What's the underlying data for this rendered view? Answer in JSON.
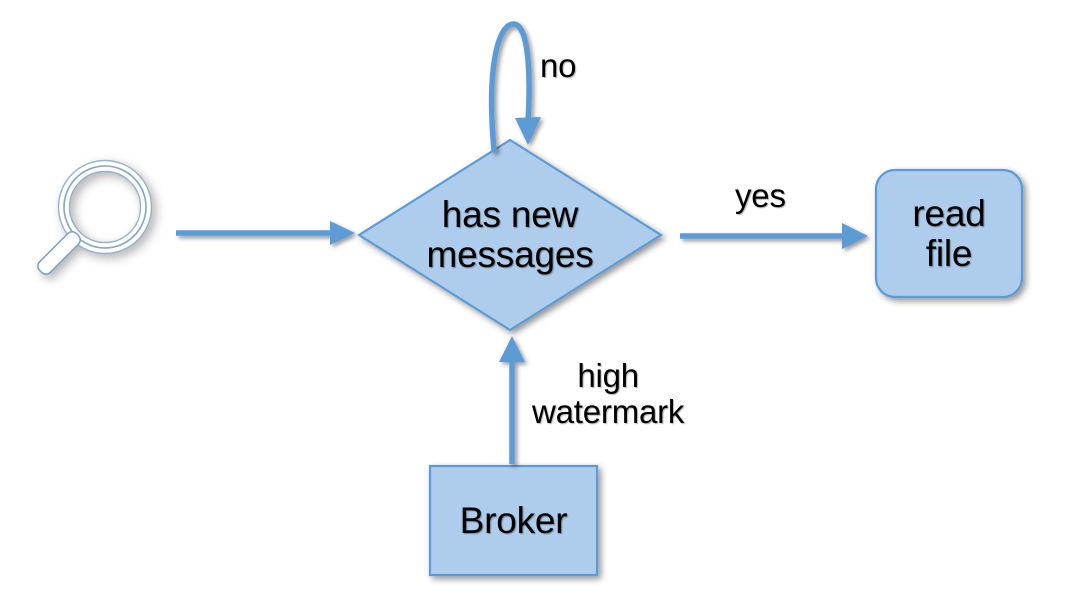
{
  "diagram": {
    "type": "flowchart",
    "background_color": "#ffffff",
    "palette": {
      "node_fill": "#aecceb",
      "node_stroke": "#5b9bd5",
      "arrow_color": "#5b9bd5",
      "text_color": "#000000",
      "icon_fill": "#ffffff",
      "icon_stroke": "#6f96bb"
    },
    "nodes": [
      {
        "id": "search-icon-node",
        "name": "magnifier-icon",
        "shape": "icon",
        "label": ""
      },
      {
        "id": "decision",
        "name": "decision-has-new-messages",
        "shape": "diamond",
        "label": "has new\nmessages"
      },
      {
        "id": "readfile",
        "name": "process-read-file",
        "shape": "rounded-rectangle",
        "label": "read\nfile"
      },
      {
        "id": "broker",
        "name": "process-broker",
        "shape": "rectangle",
        "label": "Broker"
      }
    ],
    "edges": [
      {
        "id": "edge-search-to-decision",
        "from": "search-icon-node",
        "to": "decision",
        "label": "",
        "direction": "right"
      },
      {
        "id": "edge-decision-loop",
        "from": "decision",
        "to": "decision",
        "label": "no",
        "direction": "loop-top"
      },
      {
        "id": "edge-decision-to-readfile",
        "from": "decision",
        "to": "readfile",
        "label": "yes",
        "direction": "right"
      },
      {
        "id": "edge-broker-to-decision",
        "from": "broker",
        "to": "decision",
        "label": "high\nwatermark",
        "direction": "up"
      }
    ]
  },
  "labels": {
    "decision": "has new\nmessages",
    "read_file": "read\nfile",
    "broker": "Broker",
    "no": "no",
    "yes": "yes",
    "high_watermark_line1": "high",
    "high_watermark_line2": "watermark"
  }
}
